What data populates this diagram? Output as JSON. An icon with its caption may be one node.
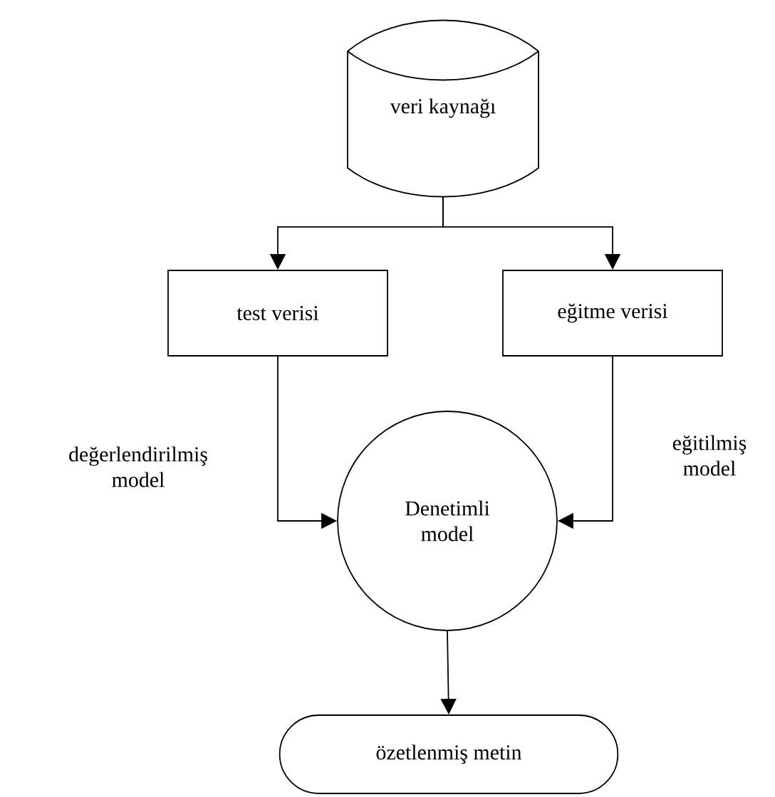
{
  "diagram": {
    "nodes": [
      {
        "text": [
          "veri kaynağı"
        ]
      },
      {
        "text": [
          "test verisi"
        ]
      },
      {
        "text": [
          "eğitme verisi"
        ]
      },
      {
        "text": [
          "Denetimli model"
        ]
      },
      {
        "text": [
          "özetlenmiş metin"
        ]
      }
    ],
    "edges": [
      {
        "from": 0,
        "to": 1,
        "arrow": "to"
      },
      {
        "from": 0,
        "to": 2,
        "arrow": "to"
      },
      {
        "from": 1,
        "to": 3,
        "arrow": "to",
        "label": "değerlendirilmiş model"
      },
      {
        "from": 2,
        "to": 3,
        "arrow": "to",
        "label": "eğitilmiş model"
      },
      {
        "from": 3,
        "to": 4,
        "arrow": "to"
      }
    ]
  }
}
